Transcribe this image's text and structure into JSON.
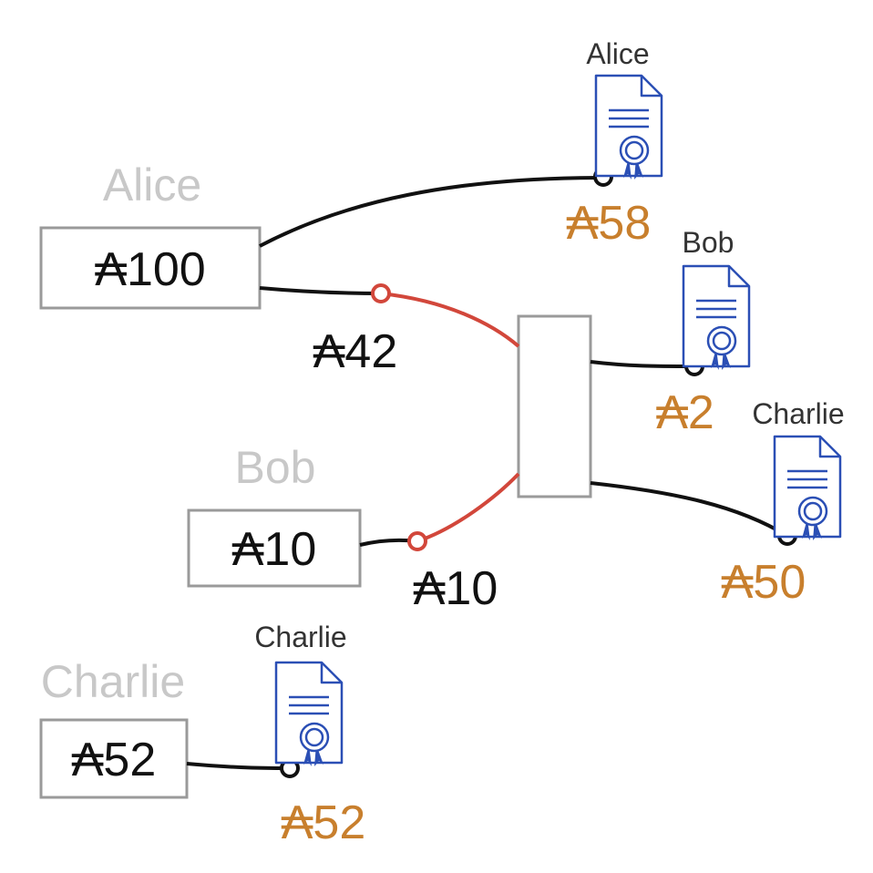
{
  "colors": {
    "box_stroke": "#9a9a9a",
    "wire": "#111111",
    "spent_wire": "#d2473b",
    "output_amount": "#c87f2d",
    "owner_label": "#c8c8c8",
    "certificate": "#2b4fb5"
  },
  "wallets": [
    {
      "owner": "Alice",
      "amount": "₳100"
    },
    {
      "owner": "Bob",
      "amount": "₳10"
    },
    {
      "owner": "Charlie",
      "amount": "₳52"
    }
  ],
  "inputs": [
    {
      "amount": "₳42"
    },
    {
      "amount": "₳10"
    }
  ],
  "outputs": [
    {
      "recipient": "Alice",
      "amount": "₳58",
      "icon": "certificate-icon"
    },
    {
      "recipient": "Bob",
      "amount": "₳2",
      "icon": "certificate-icon"
    },
    {
      "recipient": "Charlie",
      "amount": "₳50",
      "icon": "certificate-icon"
    },
    {
      "recipient": "Charlie",
      "amount": "₳52",
      "icon": "certificate-icon"
    }
  ]
}
